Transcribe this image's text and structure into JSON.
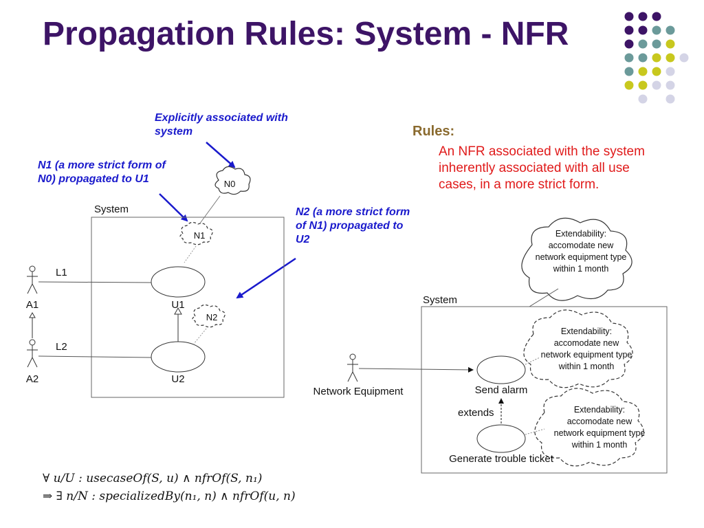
{
  "slide": {
    "title": "Propagation Rules: System - NFR",
    "colors": {
      "title": "#3d1466",
      "annotation": "#1a1acc",
      "rules_heading": "#8a6a2e",
      "rules_text": "#e01a1a",
      "dot_purple": "#3d1466",
      "dot_teal": "#6b9a9a",
      "dot_yellow": "#c8c81e",
      "dot_lavender": "#d4d4e6"
    }
  },
  "annotations": {
    "explicit": "Explicitly associated with system",
    "n1_note": "N1 (a more strict form of N0) propagated to U1",
    "n2_note": "N2 (a more strict form of N1) propagated to U2"
  },
  "left_diagram": {
    "system_label": "System",
    "nfr": {
      "n0": "N0",
      "n1": "N1",
      "n2": "N2"
    },
    "actors": {
      "a1": "A1",
      "a2": "A2"
    },
    "links": {
      "l1": "L1",
      "l2": "L2"
    },
    "use_cases": {
      "u1": "U1",
      "u2": "U2"
    }
  },
  "rules": {
    "heading": "Rules:",
    "body": "An NFR associated with the system inherently associated with all use cases, in a more strict form."
  },
  "right_diagram": {
    "system_label": "System",
    "actor": "Network Equipment",
    "use_cases": {
      "send_alarm": "Send alarm",
      "generate_ticket": "Generate trouble ticket"
    },
    "extends_label": "extends",
    "cloud_top": [
      "Extendability:",
      "accomodate new",
      "network equipment type",
      "within 1 month"
    ],
    "cloud_mid": [
      "Extendability:",
      "accomodate new",
      "network equipment type",
      "within 1 month"
    ],
    "cloud_low": [
      "Extendability:",
      "accomodate new",
      "network equipment type",
      "within 1 month"
    ]
  },
  "formula": {
    "line1": "∀ u/U : usecaseOf(S, u) ∧ nfrOf(S, n₁)",
    "line2": "⇒ ∃ n/N : specializedBy(n₁, n) ∧ nfrOf(u, n)"
  }
}
